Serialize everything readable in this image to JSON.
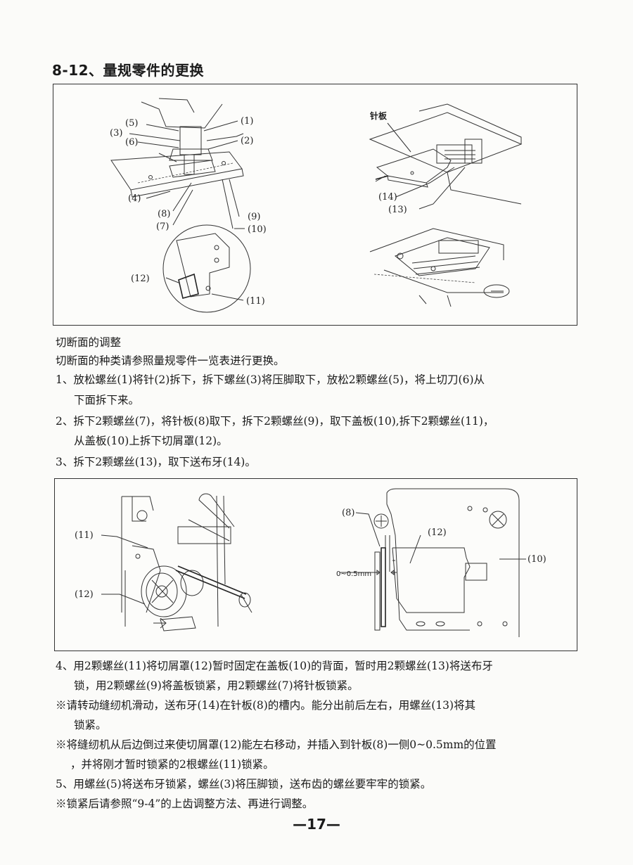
{
  "section_title": "8-12、量规零件的更换",
  "figure1": {
    "left_labels": [
      "(1)",
      "(2)",
      "(3)",
      "(4)",
      "(5)",
      "(6)",
      "(7)",
      "(8)",
      "(9)",
      "(10)",
      "(11)",
      "(12)"
    ],
    "right_title": "针板",
    "right_labels": [
      "(13)",
      "(14)"
    ]
  },
  "cutting_heading": "切断面的调整",
  "cutting_intro": "切断面的种类请参照量规零件一览表进行更换。",
  "steps_1_3": [
    "1、放松螺丝(1)将针(2)拆下，拆下螺丝(3)将压脚取下，放松2颗螺丝(5)，将上切刀(6)从",
    "下面拆下来。",
    "2、拆下2颗螺丝(7)，将针板(8)取下，拆下2颗螺丝(9)，取下盖板(10),拆下2颗螺丝(11)，",
    "从盖板(10)上拆下切屑罩(12)。",
    "3、拆下2颗螺丝(13)，取下送布牙(14)。"
  ],
  "figure2": {
    "left_labels": [
      "(11)",
      "(12)"
    ],
    "right_labels": [
      "(8)",
      "(12)",
      "(10)"
    ],
    "gap_label": "0~0.5mm"
  },
  "steps_4_5": [
    "4、用2颗螺丝(11)将切屑罩(12)暂时固定在盖板(10)的背面，暂时用2颗螺丝(13)将送布牙",
    "锁，用2颗螺丝(9)将盖板锁紧，用2颗螺丝(7)将针板锁紧。",
    "※请转动缝纫机滑动，送布牙(14)在针板(8)的槽内。能分出前后左右，用螺丝(13)将其",
    "锁紧。",
    "※将缝纫机从后边倒过来使切屑罩(12)能左右移动，并插入到针板(8)一侧0~0.5mm的位置",
    "，并将刚才暂时锁紧的2根螺丝(11)锁紧。",
    "5、用螺丝(5)将送布牙锁紧，螺丝(3)将压脚锁，送布齿的螺丝要牢牢的锁紧。",
    "※锁紧后请参照“9-4”的上齿调整方法、再进行调整。"
  ],
  "page_number": "—17—"
}
